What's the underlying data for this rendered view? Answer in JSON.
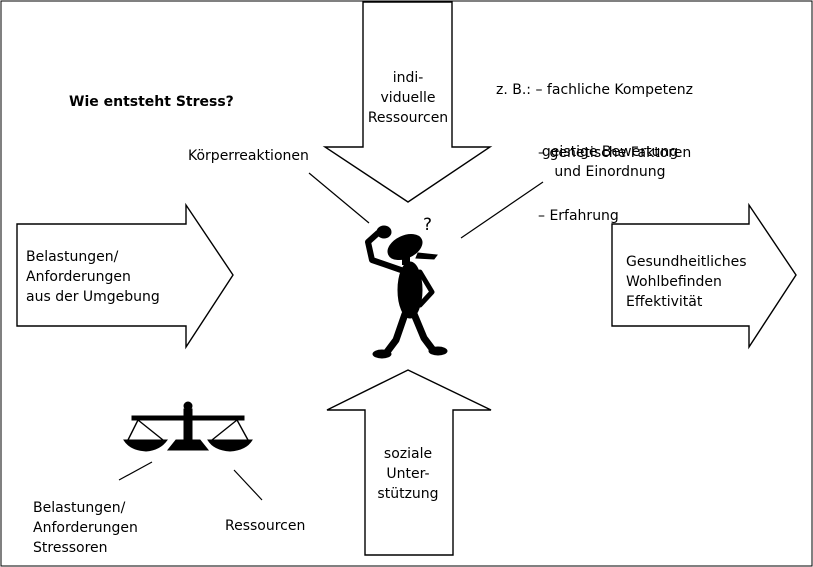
{
  "title": "Wie entsteht Stress?",
  "examples": {
    "prefix": "z. B.:",
    "items": [
      "– fachliche Kompetenz",
      "– genetische Faktoren",
      "– Erfahrung"
    ]
  },
  "arrow_top": {
    "line1": "indi-",
    "line2": "viduelle",
    "line3": "Ressourcen"
  },
  "arrow_left": {
    "line1": "Belastungen/",
    "line2": "Anforderungen",
    "line3": "aus der Umgebung"
  },
  "arrow_right": {
    "line1": "Gesundheitliches",
    "line2": "Wohlbefinden",
    "line3": "Effektivität"
  },
  "arrow_bottom": {
    "line1": "soziale",
    "line2": "Unter-",
    "line3": "stützung"
  },
  "label_body": "Körperreaktionen",
  "label_mind": {
    "line1": "geistige Bewertung",
    "line2": "und Einordnung"
  },
  "scale_left": {
    "line1": "Belastungen/",
    "line2": "Anforderungen",
    "line3": "Stressoren"
  },
  "scale_right": "Ressourcen",
  "thinking_mark": "?"
}
